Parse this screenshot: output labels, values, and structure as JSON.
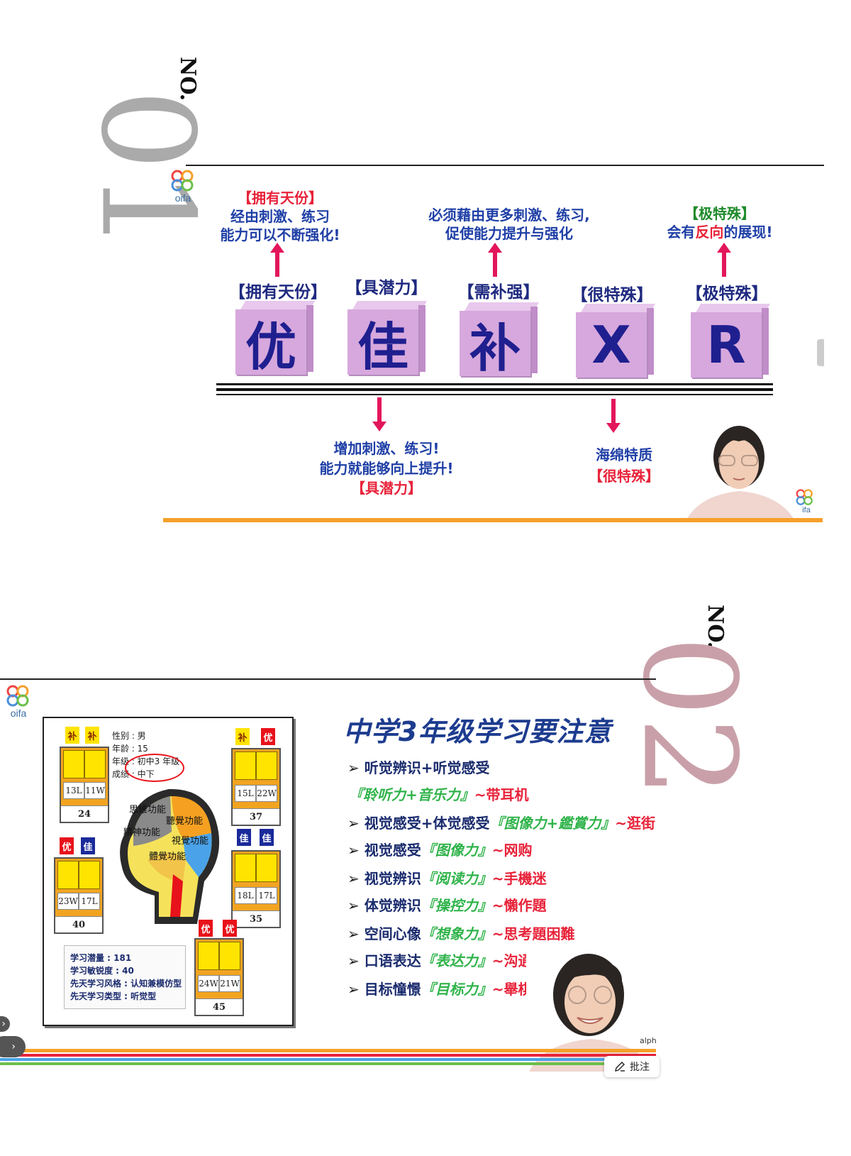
{
  "slide1": {
    "no_label": "NO.",
    "number": "01",
    "logo_text": "oifa",
    "logo_text_small": "ifa",
    "top_labels": {
      "you": {
        "bracket": "【拥有天份】",
        "line1": "经由刺激、练习",
        "line2": "能力可以不断强化!"
      },
      "bu": {
        "line1": "必须藉由更多刺激、练习,",
        "line2": "促使能力提升与强化"
      },
      "r": {
        "bracket": "【极特殊】",
        "line2_pre": "会有",
        "line2_red": "反向",
        "line2_post": "的展现!"
      }
    },
    "cubes": [
      {
        "label": "【拥有天份】",
        "letter": "优"
      },
      {
        "label": "【具潜力】",
        "letter": "佳"
      },
      {
        "label": "【需补强】",
        "letter": "补"
      },
      {
        "label": "【很特殊】",
        "letter": "X"
      },
      {
        "label": "【极特殊】",
        "letter": "R"
      }
    ],
    "bottom_labels": {
      "jia": {
        "line1": "增加刺激、练习!",
        "line2": "能力就能够向上提升!",
        "line3": "【具潜力】"
      },
      "x": {
        "line1": "海绵特质",
        "line2": "【很特殊】"
      }
    },
    "colors": {
      "accent_orange": "#f5a02a",
      "cube": "#d7a8dd",
      "arrow": "#e3165b"
    }
  },
  "slide2": {
    "no_label": "NO.",
    "number": "02",
    "logo_text": "oifa",
    "title": "中学3年级学习要注意",
    "items": [
      {
        "pre": "听觉辨识+听觉感受",
        "gold": "",
        "red": ""
      },
      {
        "pre": "",
        "gold": "『聆听力+音乐力』",
        "red": "~带耳机"
      },
      {
        "pre": "视觉感受+体觉感受",
        "gold": "『图像力+鑑賞力』",
        "red": "~逛街"
      },
      {
        "pre": "视觉感受",
        "gold": "『图像力』",
        "red": "~网购"
      },
      {
        "pre": "视觉辨识",
        "gold": "『阅读力』",
        "red": "~手機迷"
      },
      {
        "pre": "体觉辨识",
        "gold": "『操控力』",
        "red": "~懶作題"
      },
      {
        "pre": "空间心像",
        "gold": "『想象力』",
        "red": "~思考題困難"
      },
      {
        "pre": "口语表达",
        "gold": "『表达力』",
        "red": "~沟通不佳"
      },
      {
        "pre": "目标憧憬",
        "gold": "『目标力』",
        "red": "~舉棋不定"
      }
    ],
    "chart": {
      "profile": {
        "gender": "性别 : 男",
        "age": "年龄 : 15",
        "grade": "年级 : 初中3 年级",
        "score": "成绩 : 中下"
      },
      "brain_labels": [
        "思維功能",
        "精神功能",
        "體覺功能",
        "視覺功能",
        "聽覺功能"
      ],
      "summary": {
        "potential": "学习潜量 : 181",
        "sensitivity": "学习敏锐度 : 40",
        "style": "先天学习风格 : 认知兼模仿型",
        "type": "先天学习类型 : 听觉型"
      },
      "boxes": [
        {
          "tags": [
            "补",
            "补"
          ],
          "tag_colors": [
            "y",
            "y"
          ],
          "vals": [
            "13L",
            "11W"
          ],
          "total": "24"
        },
        {
          "tags": [
            "补",
            "优"
          ],
          "tag_colors": [
            "y",
            "r"
          ],
          "vals": [
            "15L",
            "22W"
          ],
          "total": "37"
        },
        {
          "tags": [
            "优",
            "佳"
          ],
          "tag_colors": [
            "r",
            "b"
          ],
          "vals": [
            "23W",
            "17L"
          ],
          "total": "40"
        },
        {
          "tags": [
            "佳",
            "佳"
          ],
          "tag_colors": [
            "b",
            "b"
          ],
          "vals": [
            "18L",
            "17L"
          ],
          "total": "35"
        },
        {
          "tags": [
            "优",
            "优"
          ],
          "tag_colors": [
            "r",
            "r"
          ],
          "vals": [
            "24W",
            "21W"
          ],
          "total": "45"
        }
      ]
    },
    "watermark": "alph",
    "annot_button": "批注",
    "side_buttons": [
      "›",
      "›"
    ]
  }
}
